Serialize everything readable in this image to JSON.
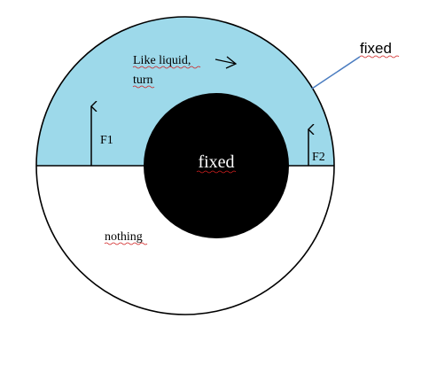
{
  "labels": {
    "liquid_line1": "Like liquid,",
    "liquid_line2": "turn",
    "force_left": "F1",
    "force_right": "F2",
    "center": "fixed",
    "outer": "fixed",
    "lower": "nothing"
  },
  "colors": {
    "liquid": "#9dd9ea",
    "core": "#000000",
    "outline": "#000000",
    "leader": "#4a7cc0",
    "spellcheck": "#d02020"
  }
}
